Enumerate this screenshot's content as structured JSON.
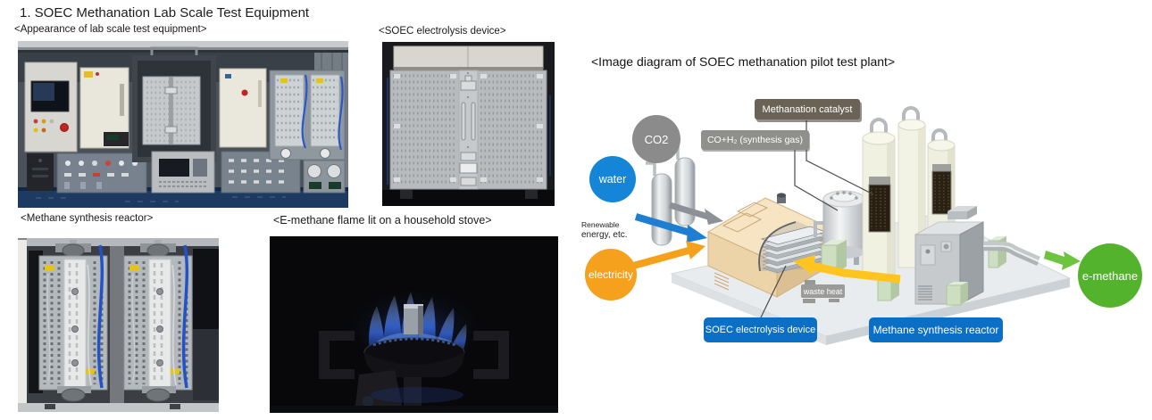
{
  "page": {
    "title": "1. SOEC Methanation Lab Scale Test Equipment"
  },
  "photos": {
    "lab_equipment": {
      "caption": "<Appearance of lab scale test equipment>"
    },
    "electrolysis_device": {
      "caption": "<SOEC electrolysis device>"
    },
    "methane_reactor": {
      "caption": "<Methane synthesis reactor>"
    },
    "flame": {
      "caption": "<E-methane flame lit on a household stove>"
    }
  },
  "diagram": {
    "title": "<Image diagram of SOEC methanation pilot test plant>",
    "nodes": {
      "co2": {
        "label": "CO2",
        "color": "#8b8b8b"
      },
      "water": {
        "label": "water",
        "color": "#1585d7"
      },
      "electricity": {
        "label": "electricity",
        "color": "#f5a11d"
      },
      "e_methane": {
        "label": "e-methane",
        "color": "#54b32c"
      }
    },
    "notes": {
      "renewable_line1": "Renewable",
      "renewable_line2": "energy, etc."
    },
    "tags": {
      "methanation_catalyst": {
        "label": "Methanation catalyst",
        "color": "#6b6256"
      },
      "synthesis_gas": {
        "label": "CO+H₂ (synthesis gas)",
        "color": "#8f8f8c"
      },
      "waste_heat": {
        "label": "waste heat",
        "color": "#9b9b99"
      }
    },
    "badges": {
      "soec_device": {
        "label": "SOEC electrolysis device",
        "color": "#0a6fc5"
      },
      "methane_reactor": {
        "label": "Methane synthesis reactor",
        "color": "#0a6fc5"
      }
    },
    "flows": {
      "co2_feed_arrow": "#8b9197",
      "water_feed_arrow": "#1e7fd2",
      "electricity_arrow": "#f5a11d",
      "waste_heat_arrow": "#ffc41e",
      "e_methane_arrow": "#6ec33f"
    }
  }
}
